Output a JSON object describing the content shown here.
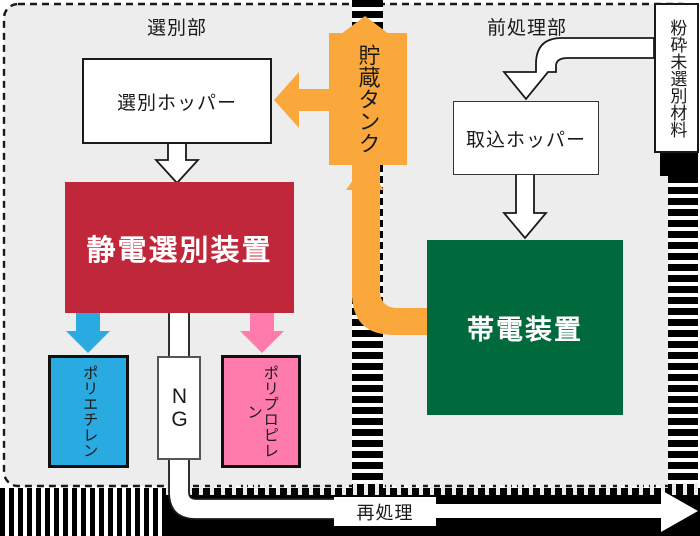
{
  "sections": {
    "sorting": "選別部",
    "pretreatment": "前処理部"
  },
  "nodes": {
    "sorting_hopper": "選別ホッパー",
    "electrostatic_separator": "静電選別装置",
    "polyethylene": "ポリエチレン",
    "ng": "NG",
    "polypropylene": "ポリプロピレン",
    "storage_tank": "貯蔵タンク",
    "charging_device": "帯電装置",
    "intake_hopper": "取込ホッパー",
    "crushed_unsorted_material": "粉砕未選別材料",
    "reprocess": "再処理"
  },
  "colors": {
    "background": "#EDEDEE",
    "separator_red": "#C1273A",
    "charger_green": "#016A3D",
    "polyethylene_blue": "#29ABE2",
    "polypropylene_pink": "#FF7BAC",
    "flow_orange": "#FAA83C",
    "band_black": "#000000"
  }
}
